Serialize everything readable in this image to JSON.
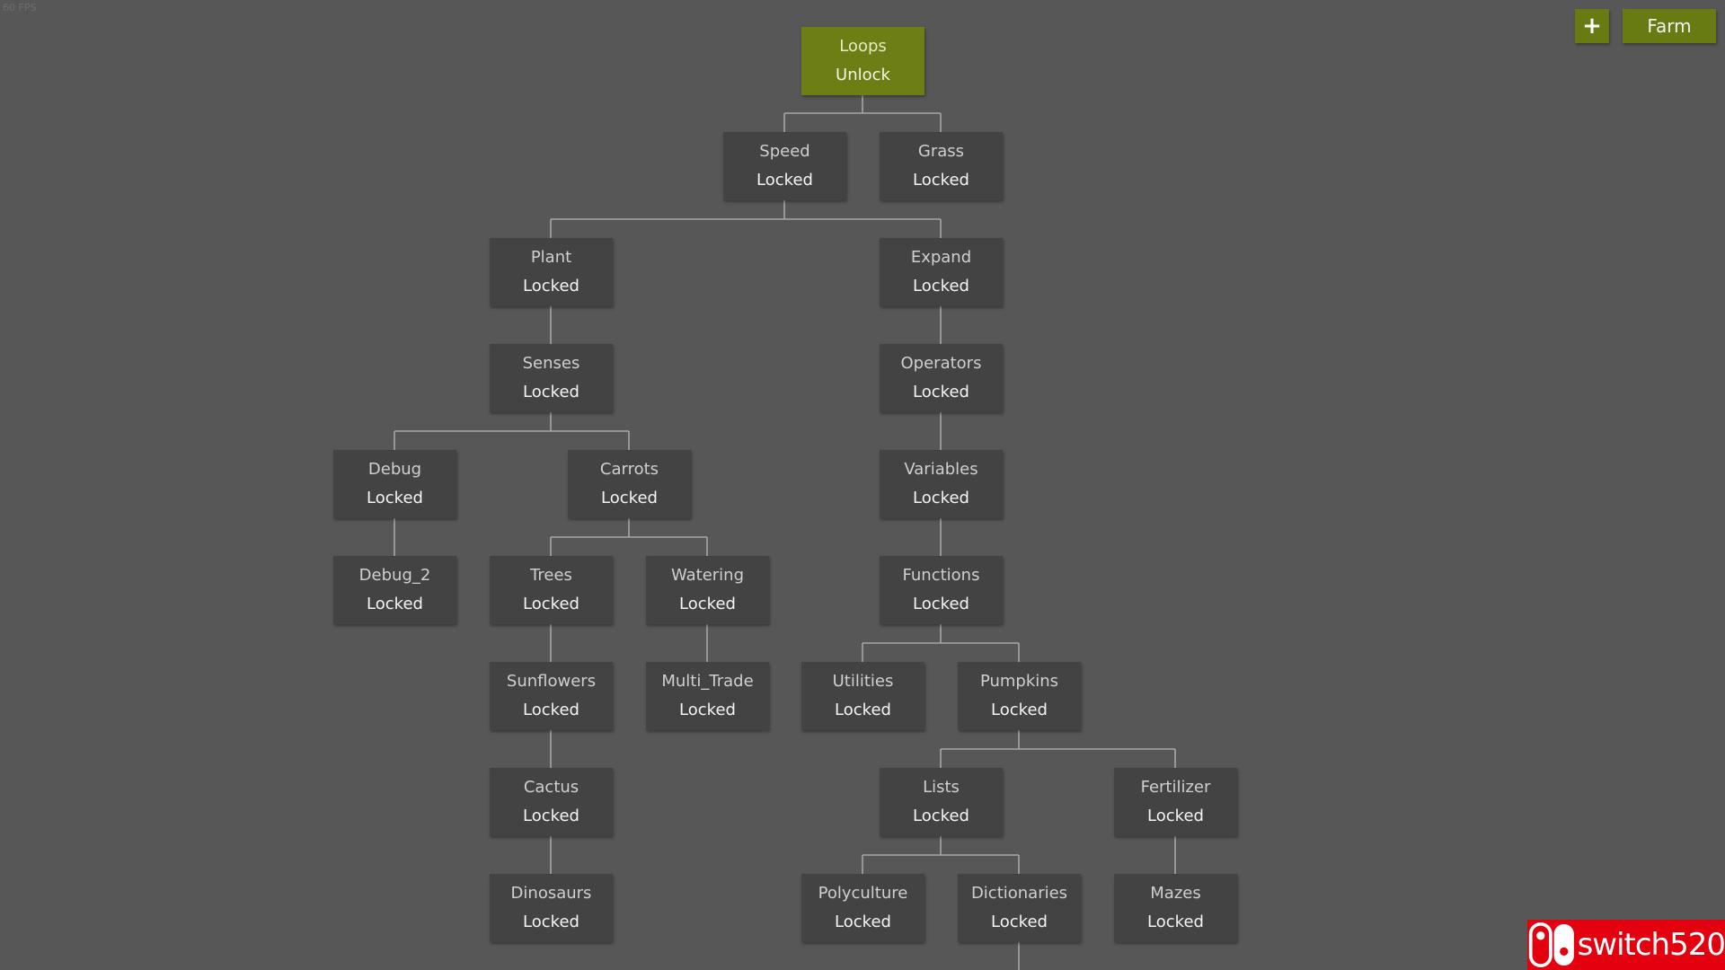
{
  "fps_text": "60 FPS",
  "colors": {
    "background": "#575757",
    "node_locked": "#434343",
    "node_unlock": "#6c7e14",
    "connector": "#a7a7a7",
    "accent_button": "#687b12",
    "watermark": "#e3000f"
  },
  "toolbar": {
    "add_icon": "plus-icon",
    "add_label": "+",
    "farm_label": "Farm"
  },
  "tree": {
    "loops": {
      "name": "Loops",
      "status": "Unlock"
    },
    "speed": {
      "name": "Speed",
      "status": "Locked"
    },
    "grass": {
      "name": "Grass",
      "status": "Locked"
    },
    "plant": {
      "name": "Plant",
      "status": "Locked"
    },
    "expand": {
      "name": "Expand",
      "status": "Locked"
    },
    "senses": {
      "name": "Senses",
      "status": "Locked"
    },
    "operators": {
      "name": "Operators",
      "status": "Locked"
    },
    "debug": {
      "name": "Debug",
      "status": "Locked"
    },
    "carrots": {
      "name": "Carrots",
      "status": "Locked"
    },
    "variables": {
      "name": "Variables",
      "status": "Locked"
    },
    "debug_2": {
      "name": "Debug_2",
      "status": "Locked"
    },
    "trees": {
      "name": "Trees",
      "status": "Locked"
    },
    "watering": {
      "name": "Watering",
      "status": "Locked"
    },
    "functions": {
      "name": "Functions",
      "status": "Locked"
    },
    "sunflowers": {
      "name": "Sunflowers",
      "status": "Locked"
    },
    "multi_trade": {
      "name": "Multi_Trade",
      "status": "Locked"
    },
    "utilities": {
      "name": "Utilities",
      "status": "Locked"
    },
    "pumpkins": {
      "name": "Pumpkins",
      "status": "Locked"
    },
    "cactus": {
      "name": "Cactus",
      "status": "Locked"
    },
    "lists": {
      "name": "Lists",
      "status": "Locked"
    },
    "fertilizer": {
      "name": "Fertilizer",
      "status": "Locked"
    },
    "dinosaurs": {
      "name": "Dinosaurs",
      "status": "Locked"
    },
    "polyculture": {
      "name": "Polyculture",
      "status": "Locked"
    },
    "dictionaries": {
      "name": "Dictionaries",
      "status": "Locked"
    },
    "mazes": {
      "name": "Mazes",
      "status": "Locked"
    }
  },
  "watermark": {
    "logo_icon": "switch-logo-icon",
    "text": "switch520"
  }
}
